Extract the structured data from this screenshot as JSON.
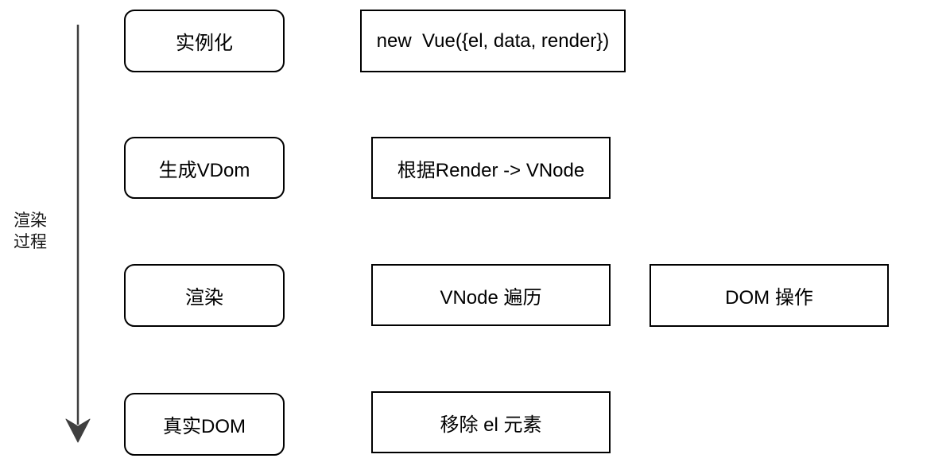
{
  "diagram": {
    "title_implied": "Vue render process flow",
    "side_label": {
      "line1": "渲染",
      "line2": "过程"
    },
    "nodes": {
      "instantiate": "实例化",
      "new_vue": "new  Vue({el, data, render})",
      "generate_vdom": "生成VDom",
      "render_to_vnode": "根据Render -> VNode",
      "render": "渲染",
      "vnode_traverse": "VNode 遍历",
      "dom_operation": "DOM 操作",
      "real_dom": "真实DOM",
      "remove_el": "移除 el 元素"
    },
    "colors": {
      "box_stroke": "#000000",
      "text": "#000000",
      "arrow": "#3f3f3f",
      "background": "#ffffff"
    }
  }
}
